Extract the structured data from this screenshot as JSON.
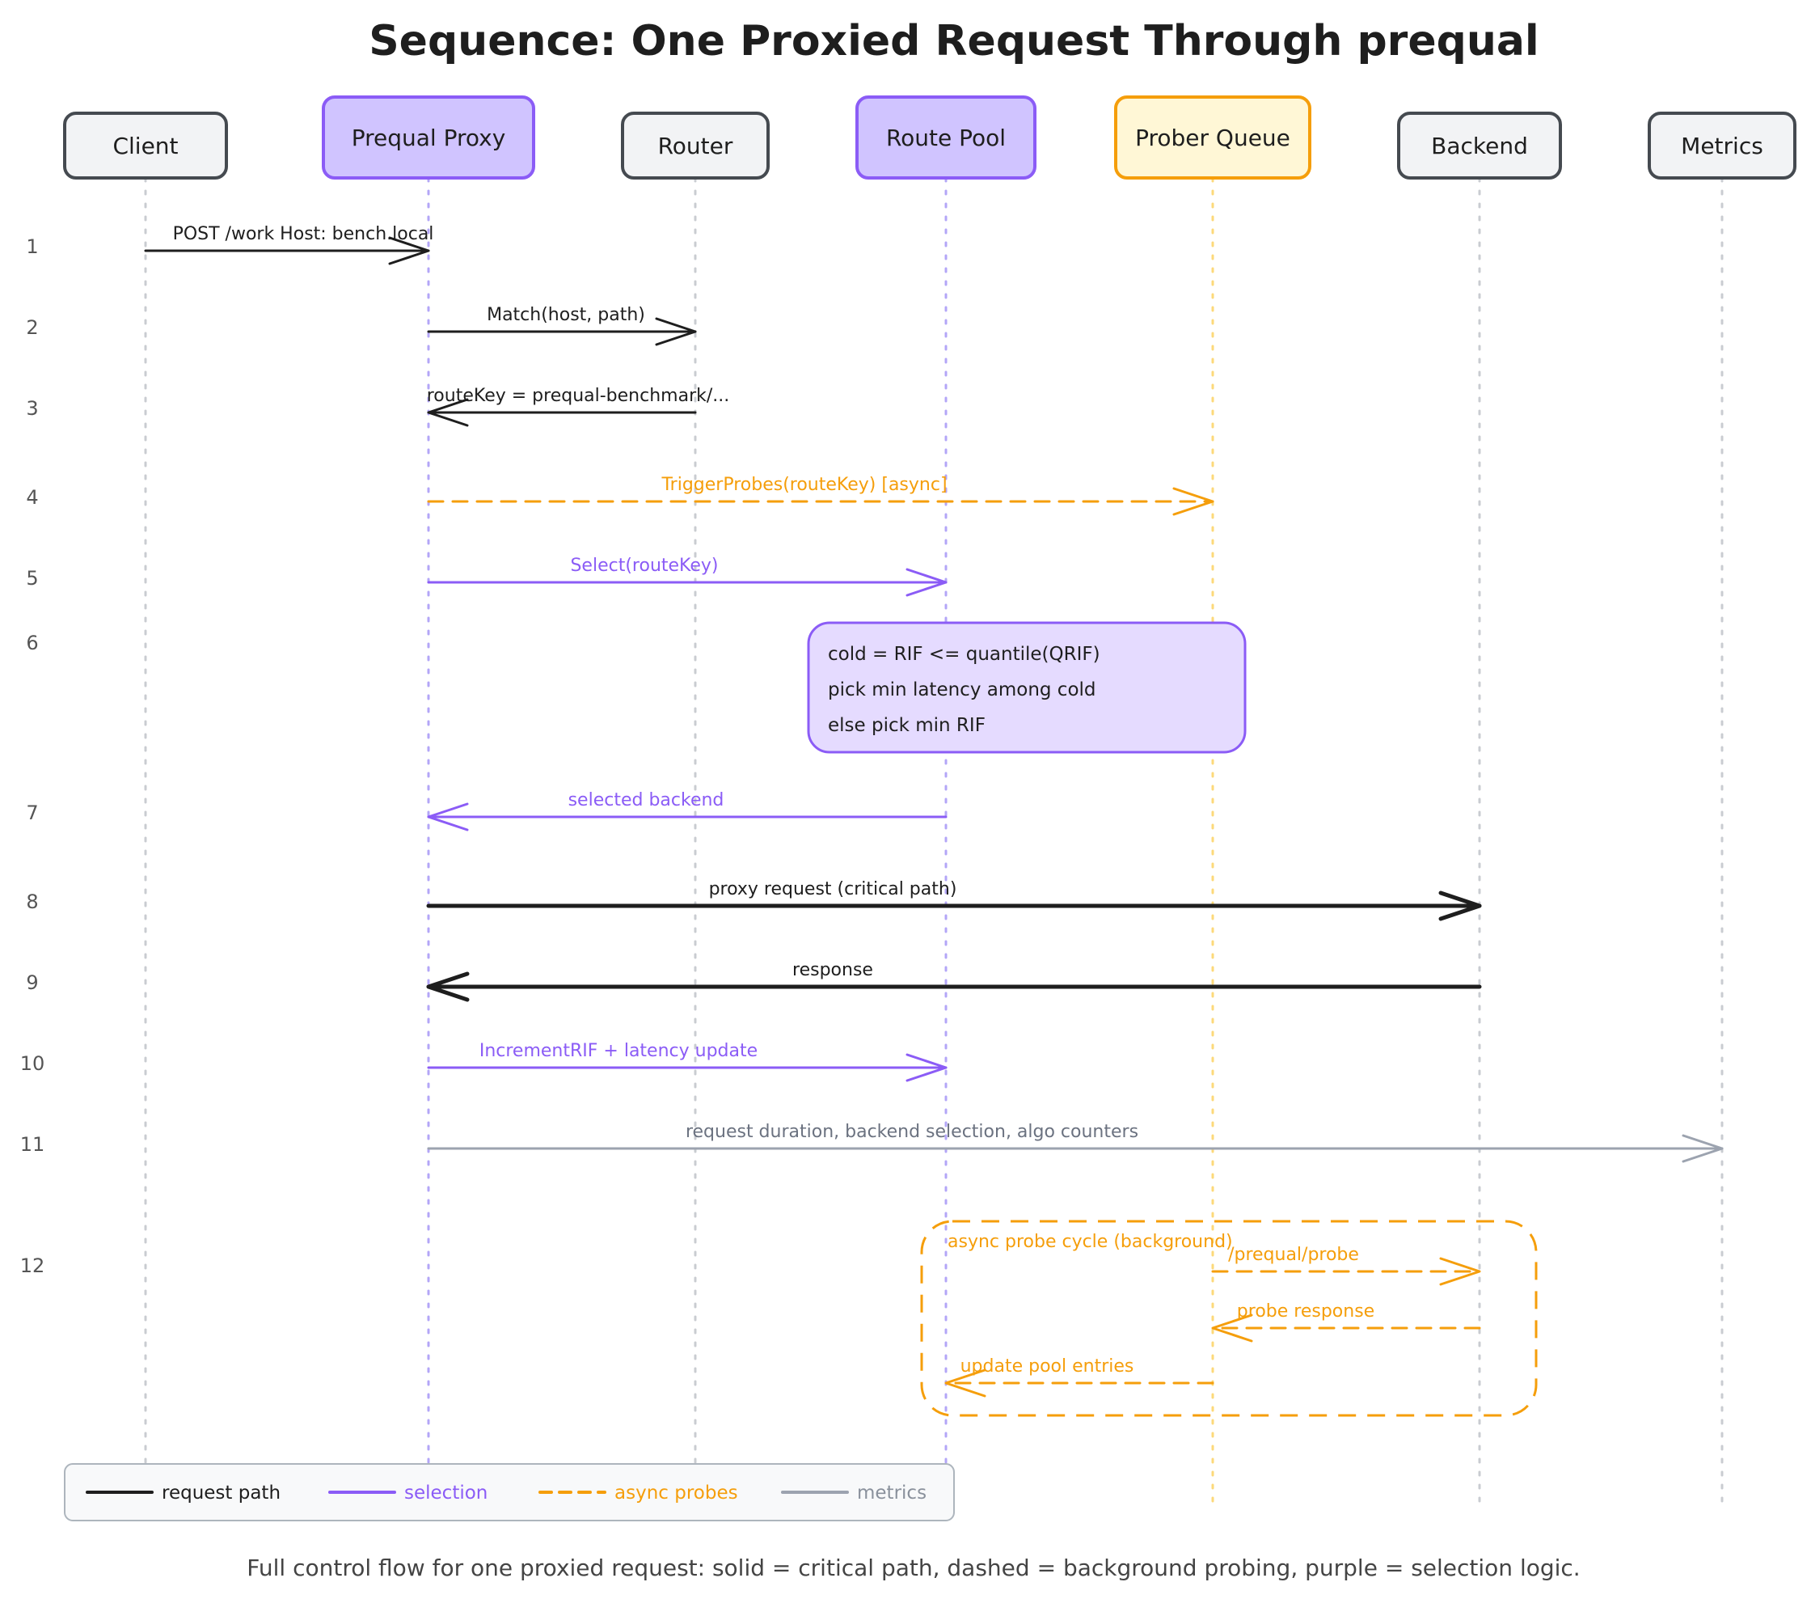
{
  "title": "Sequence: One Proxied Request Through prequal",
  "colors": {
    "black": "#1e1e1e",
    "purple": "#8b5cf6",
    "orange": "#f59e0b",
    "gray": "#9ca3af",
    "actor_fill": "#f2f3f5",
    "actor_stroke": "#454a50",
    "purple_fill": "#d0c4ff",
    "orange_fill": "#fff7d6",
    "note_fill": "#e5dbff"
  },
  "actors": [
    {
      "id": "client",
      "label": "Client",
      "style": "default"
    },
    {
      "id": "proxy",
      "label": "Prequal Proxy",
      "style": "purple"
    },
    {
      "id": "router",
      "label": "Router",
      "style": "default"
    },
    {
      "id": "pool",
      "label": "Route Pool",
      "style": "purple"
    },
    {
      "id": "prober",
      "label": "Prober Queue",
      "style": "orange"
    },
    {
      "id": "backend",
      "label": "Backend",
      "style": "default"
    },
    {
      "id": "metrics",
      "label": "Metrics",
      "style": "default"
    }
  ],
  "steps": [
    {
      "num": "1",
      "from": "client",
      "to": "proxy",
      "label": "POST /work Host: bench.local",
      "style": "request"
    },
    {
      "num": "2",
      "from": "proxy",
      "to": "router",
      "label": "Match(host, path)",
      "style": "request"
    },
    {
      "num": "3",
      "from": "router",
      "to": "proxy",
      "label": "routeKey = prequal-benchmark/...",
      "style": "request"
    },
    {
      "num": "4",
      "from": "proxy",
      "to": "prober",
      "label": "TriggerProbes(routeKey)  [async]",
      "style": "async"
    },
    {
      "num": "5",
      "from": "proxy",
      "to": "pool",
      "label": "Select(routeKey)",
      "style": "selection"
    },
    {
      "num": "6",
      "note": true
    },
    {
      "num": "7",
      "from": "pool",
      "to": "proxy",
      "label": "selected backend",
      "style": "selection"
    },
    {
      "num": "8",
      "from": "proxy",
      "to": "backend",
      "label": "proxy request (critical path)",
      "style": "request_bold"
    },
    {
      "num": "9",
      "from": "backend",
      "to": "proxy",
      "label": "response",
      "style": "request_bold"
    },
    {
      "num": "10",
      "from": "proxy",
      "to": "pool",
      "label": "IncrementRIF + latency update",
      "style": "selection"
    },
    {
      "num": "11",
      "from": "proxy",
      "to": "metrics",
      "label": "request duration, backend selection, algo counters",
      "style": "metrics"
    },
    {
      "num": "12",
      "group": true
    }
  ],
  "note": {
    "lines": [
      "cold = RIF <= quantile(QRIF)",
      "pick min latency among cold",
      "else pick min RIF"
    ]
  },
  "probe_group": {
    "label": "async probe cycle (background)",
    "messages": [
      {
        "from": "prober",
        "to": "backend",
        "label": "/prequal/probe"
      },
      {
        "from": "backend",
        "to": "prober",
        "label": "probe response"
      },
      {
        "from": "prober",
        "to": "pool",
        "label": "update pool entries"
      }
    ]
  },
  "legend": [
    {
      "label": "request path",
      "style": "request"
    },
    {
      "label": "selection",
      "style": "selection"
    },
    {
      "label": "async probes",
      "style": "async"
    },
    {
      "label": "metrics",
      "style": "metrics"
    }
  ],
  "caption": "Full control flow for one proxied request: solid = critical path, dashed = background probing, purple = selection logic."
}
